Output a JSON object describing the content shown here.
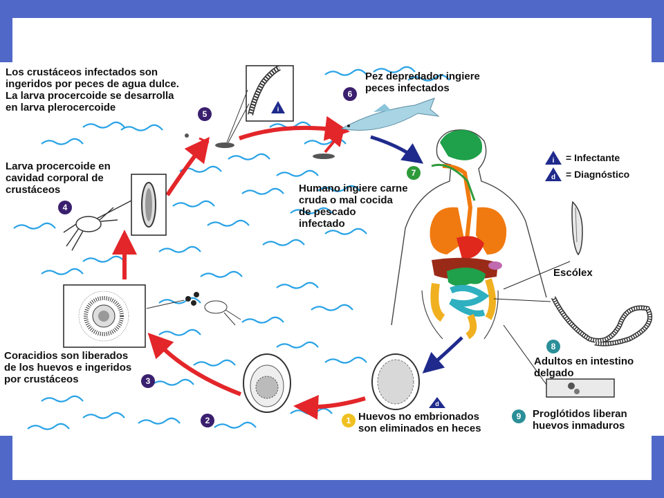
{
  "slide": {
    "frame_color": "#5068c8",
    "title": ""
  },
  "diagram": {
    "steps": [
      {
        "number": "1",
        "color": "#f0c020",
        "text": "Huevos no embrionados\nson eliminados en heces"
      },
      {
        "number": "2",
        "color": "#3a1f6e",
        "text": ""
      },
      {
        "number": "3",
        "color": "#3a1f6e",
        "text": "Coracidios son liberados\nde los huevos e ingeridos\npor crustáceos"
      },
      {
        "number": "4",
        "color": "#3a1f6e",
        "text": "Larva procercoide en\ncavidad corporal de\ncrustáceos"
      },
      {
        "number": "5",
        "color": "#3a1f6e",
        "text": "Los crustáceos infectados son\ningeridos por peces de agua dulce.\nLa larva procercoide se desarrolla\nen larva plerocercoide"
      },
      {
        "number": "6",
        "color": "#3a1f6e",
        "text": "Pez depredador ingiere\npeces infectados"
      },
      {
        "number": "7",
        "color": "#2e9a3a",
        "text": "Humano ingiere carne\ncruda o mal cocida\nde pescado\ninfectado"
      },
      {
        "number": "8",
        "color": "#2a8f98",
        "text": "Adultos en intestino\ndelgado"
      },
      {
        "number": "9",
        "color": "#2a8f98",
        "text": "Proglótidos liberan\nhuevos inmaduros"
      }
    ],
    "escolex_label": "Escólex",
    "legend": [
      {
        "symbol": "i",
        "text": "= Infectante"
      },
      {
        "symbol": "d",
        "text": "= Diagnóstico"
      }
    ],
    "colors": {
      "arrow_red": "#e3262a",
      "arrow_blue": "#1f2a8c",
      "wave": "#2aa3e6",
      "stomach": "#1fa04a",
      "lungs": "#f07a10",
      "liver": "#9a2a18",
      "heart": "#e0281c",
      "intestine": "#2eb0c0",
      "colon": "#f0b020"
    }
  }
}
